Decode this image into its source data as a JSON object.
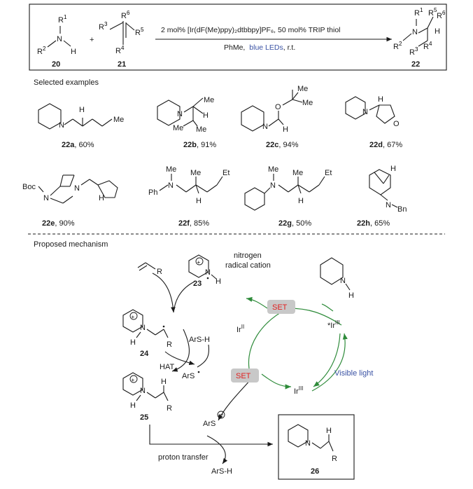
{
  "reaction": {
    "reagent_amine": "20",
    "reagent_alkene": "21",
    "product": "22",
    "conditions_line1": "2 mol% [Ir(dF(Me)ppy)₂dtbbpy]PF₆, 50 mol% TRIP thiol",
    "conditions_solvent": "PhMe,",
    "conditions_light": "blue LEDs",
    "conditions_temp": ", r.t."
  },
  "examples": {
    "title": "Selected examples",
    "items": [
      {
        "id": "22a",
        "yield": ", 60%"
      },
      {
        "id": "22b",
        "yield": ", 91%"
      },
      {
        "id": "22c",
        "yield": ", 94%"
      },
      {
        "id": "22d",
        "yield": ", 67%"
      },
      {
        "id": "22e",
        "yield": ", 90%"
      },
      {
        "id": "22f",
        "yield": ", 85%"
      },
      {
        "id": "22g",
        "yield": ", 50%"
      },
      {
        "id": "22h",
        "yield": ", 65%"
      }
    ]
  },
  "mechanism": {
    "title": "Proposed mechanism",
    "radical_cation_label_1": "nitrogen",
    "radical_cation_label_2": "radical cation",
    "set_1": "SET",
    "set_2": "SET",
    "visible_light": "Visible light",
    "hat": "HAT",
    "thiol_1": "ArS-H",
    "thiol_2": "ArS-H",
    "thiyl_radical": "ArS",
    "thiolate": "ArS",
    "proton_transfer": "proton transfer",
    "ir_ii": "Ir",
    "ir_ii_sup": "II",
    "ir_iii_star": "*Ir",
    "ir_iii_star_sup": "III",
    "ir_iii": "Ir",
    "ir_iii_sup": "III",
    "cmpd_23": "23",
    "cmpd_24": "24",
    "cmpd_25": "25",
    "cmpd_26": "26"
  },
  "colors": {
    "accent_blue": "#3a52a4",
    "set_red": "#e02020",
    "set_bg": "#c8c8c8",
    "cycle_green": "#2e8b3a"
  }
}
